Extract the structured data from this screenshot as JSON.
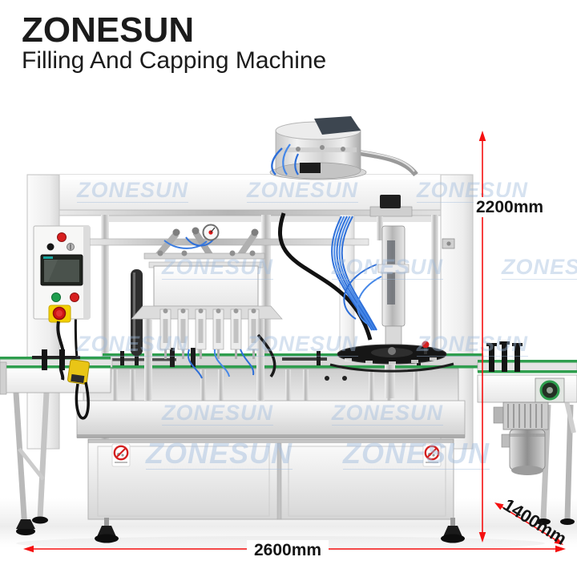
{
  "header": {
    "brand": "ZONESUN",
    "product": "Filling And Capping Machine"
  },
  "dimensions": {
    "height": "2200mm",
    "width": "2600mm",
    "depth": "1400mm"
  },
  "branding": {
    "watermark": "ZONESUN"
  },
  "icons": {
    "safety_sticker": "prohibition-icon",
    "emergency_stop": "emergency-stop-icon",
    "dimension_arrows": "double-arrow-icon"
  },
  "colors": {
    "dimension_red": "#f51010",
    "conveyor_green": "#2f9e4e",
    "pneumatic_tube_blue": "#2e6fd8",
    "watermark_blue": "#9fbbdd",
    "estop_button_red": "#cf1414",
    "estop_base_yellow": "#f2cf00",
    "hmi_screen_gray_green": "#4a524c",
    "text_black": "#1b1b1b"
  }
}
